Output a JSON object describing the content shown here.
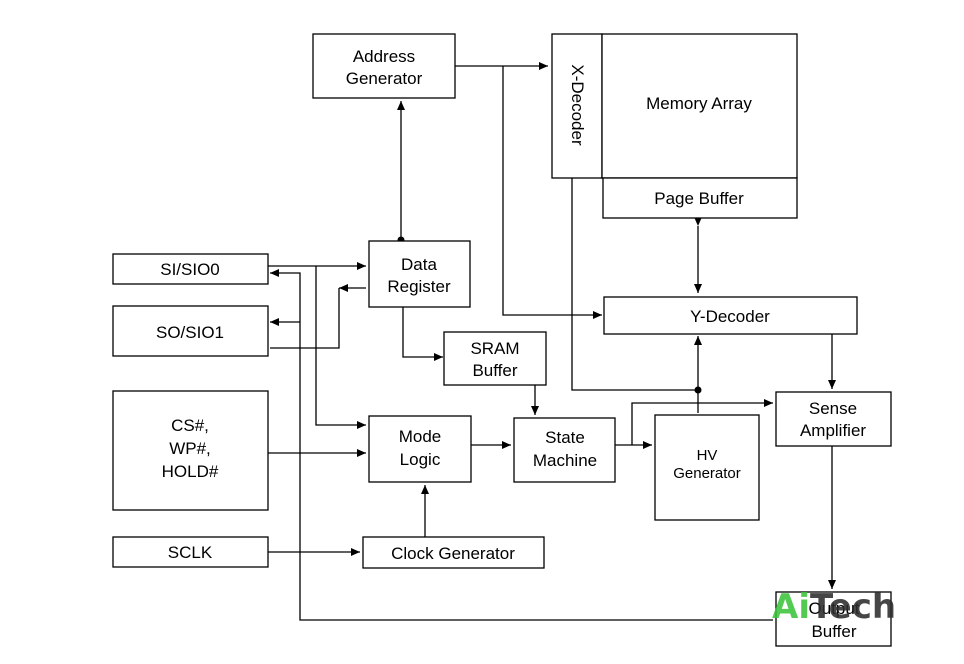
{
  "blocks": {
    "address_generator": [
      "Address",
      "Generator"
    ],
    "x_decoder": "X-Decoder",
    "memory_array": "Memory Array",
    "page_buffer": "Page Buffer",
    "si_sio0": "SI/SIO0",
    "so_sio1": "SO/SIO1",
    "cs_wp_hold": [
      "CS#,",
      "WP#,",
      "HOLD#"
    ],
    "sclk": "SCLK",
    "data_register": [
      "Data",
      "Register"
    ],
    "sram_buffer": [
      "SRAM",
      "Buffer"
    ],
    "y_decoder": "Y-Decoder",
    "mode_logic": [
      "Mode",
      "Logic"
    ],
    "state_machine": [
      "State",
      "Machine"
    ],
    "hv_generator": [
      "HV",
      "Generator"
    ],
    "sense_amplifier": [
      "Sense",
      "Amplifier"
    ],
    "clock_generator": "Clock Generator",
    "output_buffer": [
      "Output",
      "Buffer"
    ]
  },
  "watermark": {
    "part1": "Ai",
    "part2": "Tech",
    "color1": "#3cc43c",
    "color2": "#2d2d2d"
  },
  "colors": {
    "line": "#000000",
    "background": "#ffffff"
  }
}
